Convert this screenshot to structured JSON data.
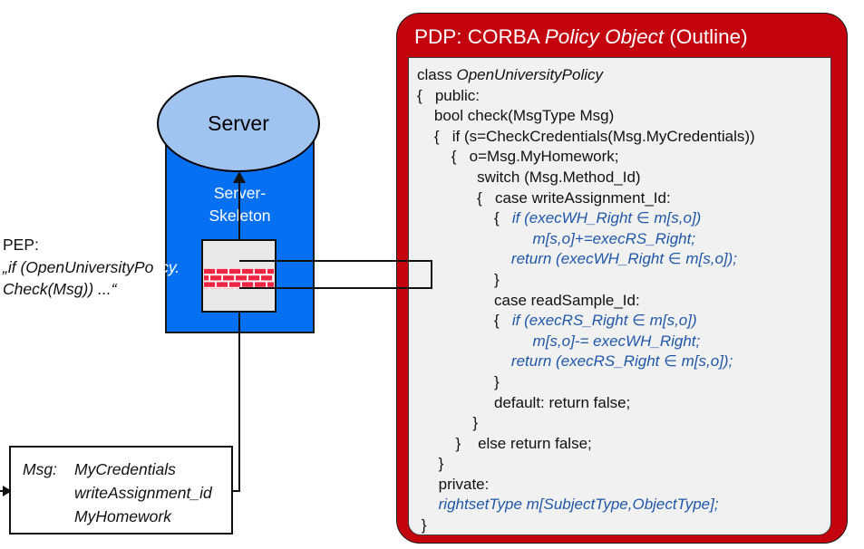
{
  "colors": {
    "red": "#c3040f",
    "blue": "#0670f2",
    "lightblue": "#a0c3f0",
    "codeblue": "#1f57a8",
    "brick": "#ee2443",
    "codebg": "#f1f1f1",
    "boxbg": "#e9e9e9"
  },
  "server": {
    "label": "Server",
    "skeleton_lines": [
      "Server-",
      "Skeleton"
    ]
  },
  "pep": {
    "line1": "PEP:",
    "line2": [
      {
        "t": "„if (OpenUniversityPo",
        "s": "i"
      },
      {
        "t": "licy.",
        "s": "w"
      }
    ],
    "line3": "Check(Msg)) ...“"
  },
  "msg_box": {
    "label": "Msg:",
    "items": [
      "MyCredentials",
      "writeAssignment_id",
      "MyHomework"
    ]
  },
  "pdp": {
    "title": [
      {
        "t": "PDP: CORBA ",
        "s": "p"
      },
      {
        "t": "Policy Object",
        "s": "i"
      },
      {
        "t": " (Outline)",
        "s": "p"
      }
    ],
    "code_lines": [
      [
        {
          "t": "class ",
          "s": "p"
        },
        {
          "t": "OpenUniversityPolicy",
          "s": "i"
        }
      ],
      [
        {
          "t": "{   public:",
          "s": "p"
        }
      ],
      [
        {
          "t": "    bool check(MsgType Msg)",
          "s": "p"
        }
      ],
      [
        {
          "t": "    {   if (s=CheckCredentials(Msg.MyCredentials))",
          "s": "p"
        }
      ],
      [
        {
          "t": "        {   o=Msg.MyHomework;",
          "s": "p"
        }
      ],
      [
        {
          "t": "              switch (Msg.Method_Id)",
          "s": "p"
        }
      ],
      [
        {
          "t": "              {   case writeAssignment_Id:",
          "s": "p"
        }
      ],
      [
        {
          "t": "                  {   ",
          "s": "p"
        },
        {
          "t": "if (execWH_Right ∈ m[s,o])",
          "s": "b"
        }
      ],
      [
        {
          "t": "                           ",
          "s": "p"
        },
        {
          "t": "m[s,o]+=execRS_Right;",
          "s": "b"
        }
      ],
      [
        {
          "t": "                      ",
          "s": "p"
        },
        {
          "t": "return (execWH_Right ∈ m[s,o]);",
          "s": "b"
        }
      ],
      [
        {
          "t": "                  }",
          "s": "p"
        }
      ],
      [
        {
          "t": "                  case readSample_Id:",
          "s": "p"
        }
      ],
      [
        {
          "t": "                  {   ",
          "s": "p"
        },
        {
          "t": "if (execRS_Right ∈ m[s,o])",
          "s": "b"
        }
      ],
      [
        {
          "t": "                           ",
          "s": "p"
        },
        {
          "t": "m[s,o]-= execWH_Right;",
          "s": "b"
        }
      ],
      [
        {
          "t": "                      ",
          "s": "p"
        },
        {
          "t": "return (execRS_Right ∈ m[s,o]);",
          "s": "b"
        }
      ],
      [
        {
          "t": "                  }",
          "s": "p"
        }
      ],
      [
        {
          "t": "                  default: return false;",
          "s": "p"
        }
      ],
      [
        {
          "t": "             }",
          "s": "p"
        }
      ],
      [
        {
          "t": "         }    else return false;",
          "s": "p"
        }
      ],
      [
        {
          "t": "     }",
          "s": "p"
        }
      ],
      [
        {
          "t": "     private:",
          "s": "p"
        }
      ],
      [
        {
          "t": "     ",
          "s": "p"
        },
        {
          "t": "rightsetType m[SubjectType,ObjectType];",
          "s": "b"
        }
      ],
      [
        {
          "t": " }",
          "s": "p"
        }
      ]
    ]
  }
}
